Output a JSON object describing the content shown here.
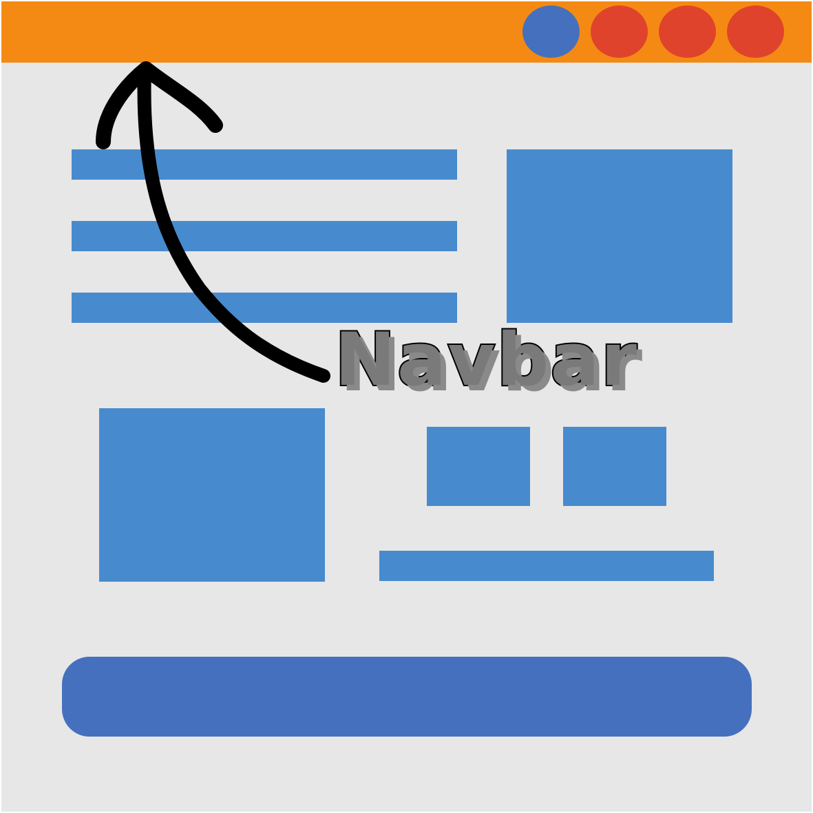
{
  "colors": {
    "background": "#e7e7e7",
    "navbar": "#f48a14",
    "dot_primary": "#4570bd",
    "dot_secondary": "#e0432b",
    "content_block": "#478bce",
    "footer": "#4570bd",
    "arrow": "#000000"
  },
  "navbar": {
    "dots": [
      "blue-dot",
      "red-dot",
      "red-dot",
      "red-dot"
    ]
  },
  "callout": {
    "label": "Navbar"
  }
}
